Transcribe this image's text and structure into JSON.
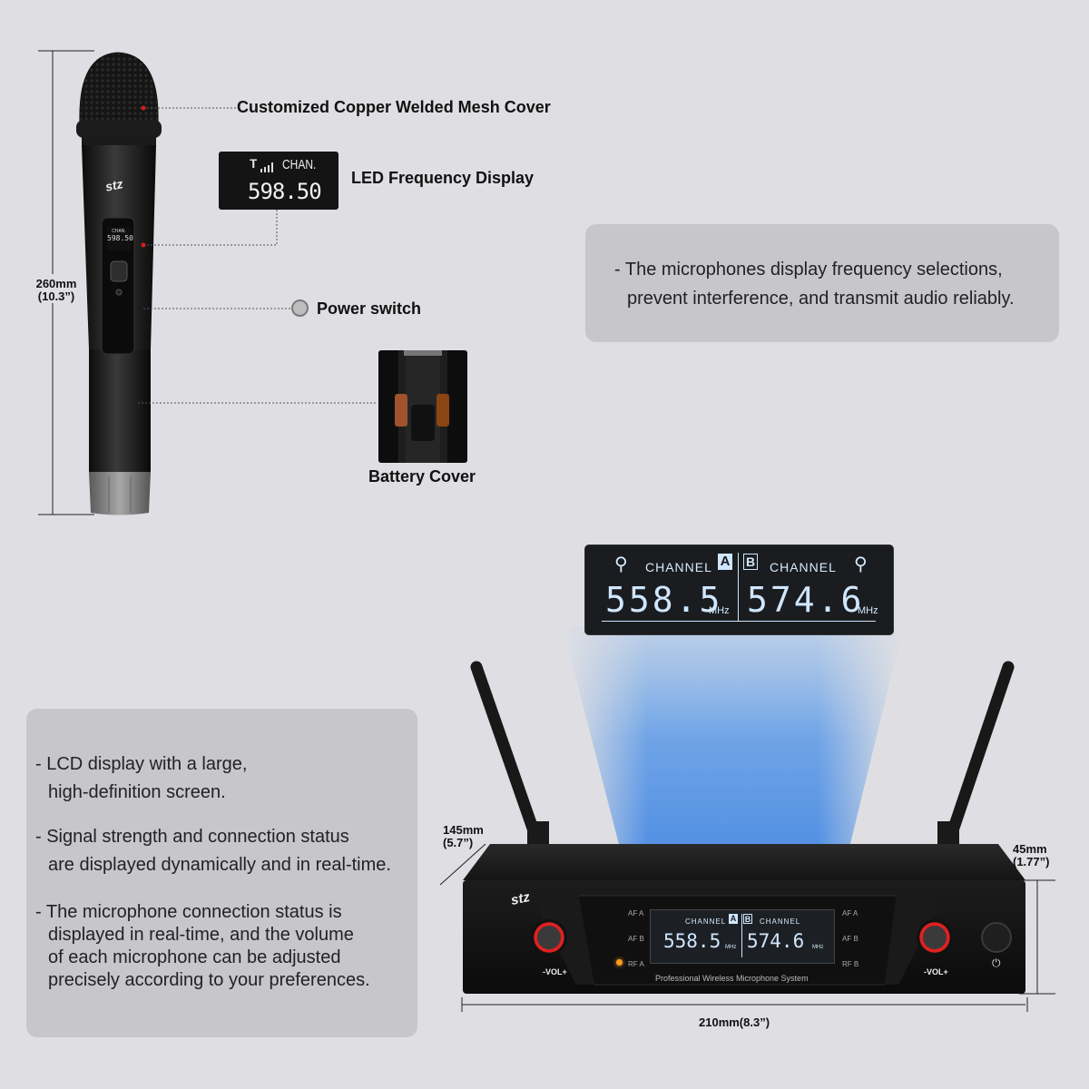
{
  "brand": "stz",
  "mic": {
    "height_dim": "260mm",
    "height_dim_in": "(10.3”)",
    "mini_display_chan": "CHAN.",
    "mini_display_freq": "598.50"
  },
  "callouts": {
    "mesh_cover": "Customized Copper Welded Mesh Cover",
    "led_display": "LED Frequency Display",
    "led_display_chan": "CHAN.",
    "led_display_freq": "598.50",
    "power_switch": "Power switch",
    "battery_cover": "Battery Cover"
  },
  "info_top": {
    "line1": "- The microphones display frequency selections,",
    "line2": "prevent interference, and transmit audio reliably."
  },
  "info_bottom": {
    "b1_line1": "- LCD display with a large,",
    "b1_line2": "high-definition screen.",
    "b2_line1": "- Signal strength and connection status",
    "b2_line2": "are displayed dynamically and in real-time.",
    "b3_line1": "- The microphone connection status is",
    "b3_line2": "displayed in real-time, and the volume",
    "b3_line3": "of each microphone can be adjusted",
    "b3_line4": "precisely according to your preferences."
  },
  "lcd": {
    "channel_label": "CHANNEL",
    "channel_a": "A",
    "channel_b": "B",
    "freq_a": "558.5",
    "freq_b": "574.6",
    "unit": "MHz"
  },
  "receiver": {
    "depth_dim": "145mm",
    "depth_dim_in": "(5.7”)",
    "height_dim": "45mm",
    "height_dim_in": "(1.77”)",
    "width_dim": "210mm(8.3”)",
    "vol_label_left": "-VOL+",
    "vol_label_right": "-VOL+",
    "af_a_left": "AF A",
    "af_b_left": "AF B",
    "rf_a": "RF A",
    "af_a_right": "AF A",
    "af_b_right": "AF B",
    "rf_b": "RF B",
    "caption": "Professional Wireless Microphone System"
  }
}
